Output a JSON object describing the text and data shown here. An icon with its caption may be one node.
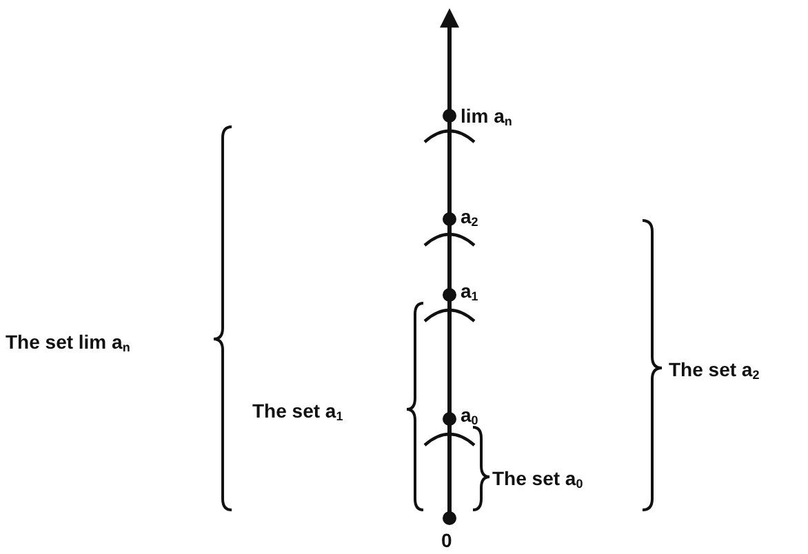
{
  "diagram": {
    "labels": [
      "lim a$_{n}$",
      "a$_{2}$",
      "a$_{1}$",
      "The set lim a$_{n}$",
      "The set a$_{1}$",
      "The set a$_{2}$",
      "a$_{0}$",
      "The set a$_{0}$",
      "0"
    ]
  }
}
